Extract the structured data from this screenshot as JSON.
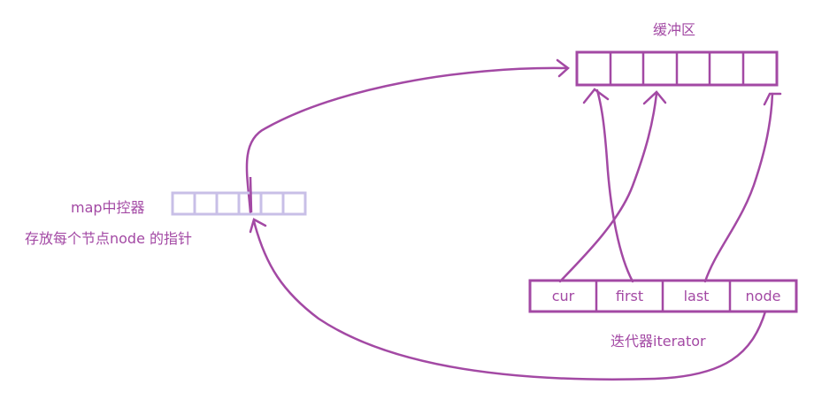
{
  "buffer": {
    "title": "缓冲区",
    "cell_count": 6
  },
  "map": {
    "title": "map中控器",
    "subtitle": "存放每个节点node 的指针",
    "cell_count": 6
  },
  "iterator": {
    "title": "迭代器iterator",
    "fields": [
      "cur",
      "first",
      "last",
      "node"
    ]
  },
  "colors": {
    "stroke": "#a349a4",
    "map_stroke": "#c8bfe7"
  }
}
